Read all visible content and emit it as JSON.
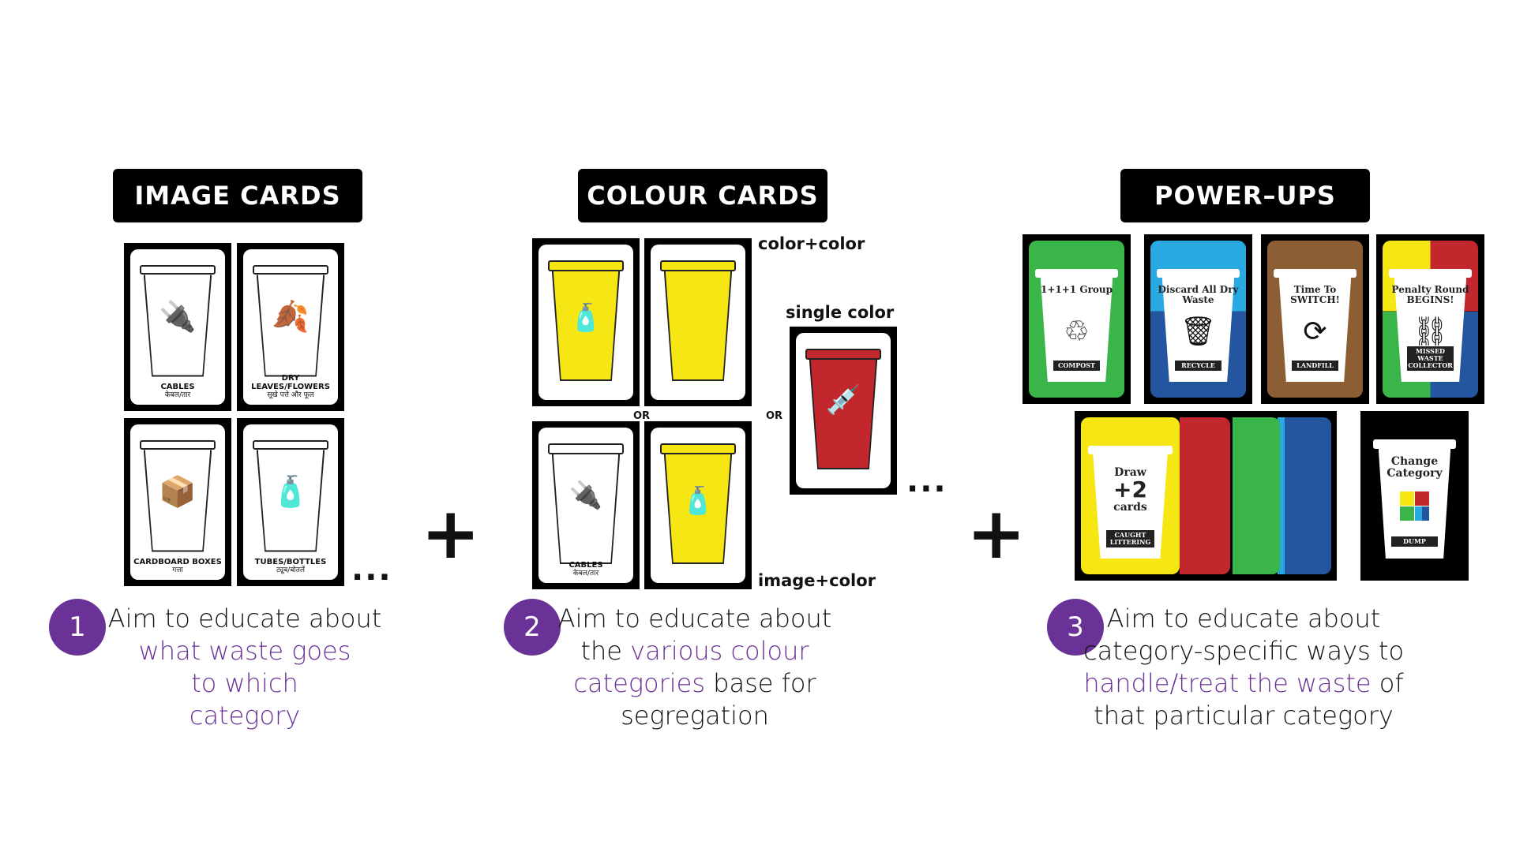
{
  "headers": {
    "image": "IMAGE CARDS",
    "colour": "COLOUR CARDS",
    "power": "POWER–UPS"
  },
  "image_cards": [
    {
      "label": "CABLES",
      "hindi": "केबल/तार",
      "icon": "cable-icon",
      "glyph": "🔌"
    },
    {
      "label": "DRY LEAVES/FLOWERS",
      "hindi": "सूखे पत्ते और फूल",
      "icon": "leaves-icon",
      "glyph": "🍂"
    },
    {
      "label": "CARDBOARD BOXES",
      "hindi": "गत्ता",
      "icon": "cardboard-box-icon",
      "glyph": "📦"
    },
    {
      "label": "TUBES/BOTTLES",
      "hindi": "ट्यूब/बोतलें",
      "icon": "bottles-icon",
      "glyph": "🧴"
    }
  ],
  "colour_cards": {
    "color_color": "color+color",
    "single_color": "single color",
    "image_color": "image+color",
    "or": "OR",
    "cable_label": "CABLES",
    "cable_hindi": "केबल/तार",
    "colors": {
      "yellow": "#f5e614",
      "red": "#c1272d",
      "green": "#39b54a",
      "blue": "#23569e",
      "lightblue": "#29a9e1",
      "brown": "#8b5e34"
    }
  },
  "ellipsis": "...",
  "plus": "+",
  "power_ups": [
    {
      "title": "1+1+1 Group",
      "tag": "COMPOST",
      "glyph": "♲",
      "icon": "compost-icon"
    },
    {
      "title": "Discard All Dry Waste",
      "tag": "RECYCLE",
      "glyph": "🗑",
      "icon": "recycle-bin-icon"
    },
    {
      "title": "Time To SWITCH!",
      "tag": "LANDFILL",
      "glyph": "⟳",
      "icon": "switch-cycle-icon"
    },
    {
      "title": "Penalty Round BEGINS!",
      "tag": "MISSED WASTE COLLECTOR",
      "glyph": "⛓",
      "icon": "handcuffs-icon"
    }
  ],
  "draw_cards": {
    "title": "Draw",
    "amount": "+2",
    "unit": "cards",
    "tag": "CAUGHT LITTERING"
  },
  "change_card": {
    "title": "Change Category",
    "tag": "DUMP"
  },
  "descriptions": [
    {
      "num": "1",
      "pre": "Aim to educate about",
      "hl": "what waste goes to which category",
      "post": ""
    },
    {
      "num": "2",
      "pre": "Aim to educate about the",
      "hl": "various colour categories",
      "post": "base for segregation"
    },
    {
      "num": "3",
      "pre": "Aim to educate about category-specific ways to",
      "hl": "handle/treat the waste",
      "post": "of that particular category"
    }
  ]
}
